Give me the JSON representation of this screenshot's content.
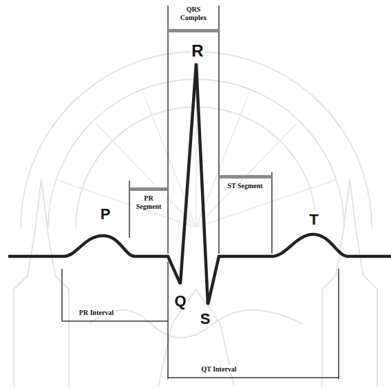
{
  "diagram": {
    "labels": [
      "QRS Complex",
      "R",
      "PR Segment",
      "ST Segment",
      "P",
      "T",
      "Q",
      "PR Interval",
      "S",
      "QT Interval"
    ]
  }
}
